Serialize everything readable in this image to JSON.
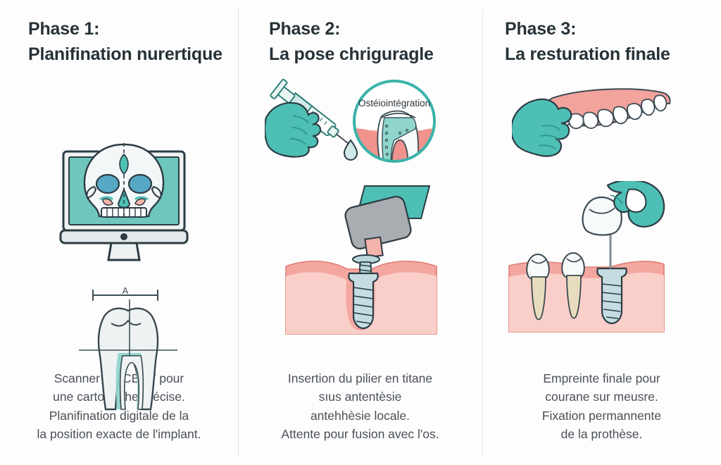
{
  "background_color": "#fdfdfd",
  "divider_color": "#e3e3e3",
  "heading_color": "#263238",
  "caption_color": "#4a5058",
  "palette": {
    "teal": "#4dbfb4",
    "teal_dark": "#2e9e93",
    "teal_screen": "#6ec6bd",
    "gum_pink": "#f4a7a0",
    "gum_pink_light": "#fbcfc9",
    "denture_pink": "#f2a39c",
    "tooth_white": "#f2f5f6",
    "bone_white": "#eef2f3",
    "implant_blue": "#b9d7dd",
    "outline_dark": "#2c3b43",
    "gray_metal": "#a9adb1",
    "eye_blue": "#56a8c4",
    "root_cream": "#e8dcbe"
  },
  "panels": [
    {
      "id": "phase-1",
      "phase_label": "Phase 1:",
      "phase_title": "Planifination nurertique",
      "illustration_alt": "monitor-with-skull-cbct-scan-and-tooth-cross-section",
      "diagram_measure_label": "A",
      "caption": "Scanner 3D CBCT pour\nune cartorapihe précise.\nPlanifination digitale de la\nla position exacte de l'implant."
    },
    {
      "id": "phase-2",
      "phase_label": "Phase 2:",
      "phase_title": "La pose chriguragle",
      "illustration_alt": "gloved-hand-with-syringe-and-implant-screw-in-gum",
      "circle_label": "Ostéiointégration",
      "caption": "Insertion du pilier en titane\nsıus antentèsie\nantehhèsie locale.\nAttente pour fusion avec l'os."
    },
    {
      "id": "phase-3",
      "phase_label": "Phase 3:",
      "phase_title": "La resturation finale",
      "illustration_alt": "gloved-hand-holding-denture-and-placing-crown-on-implant",
      "caption": "Empreinte finale pour\ncourane sur meusre.\nFixation permannente\nde la prothèse."
    }
  ]
}
